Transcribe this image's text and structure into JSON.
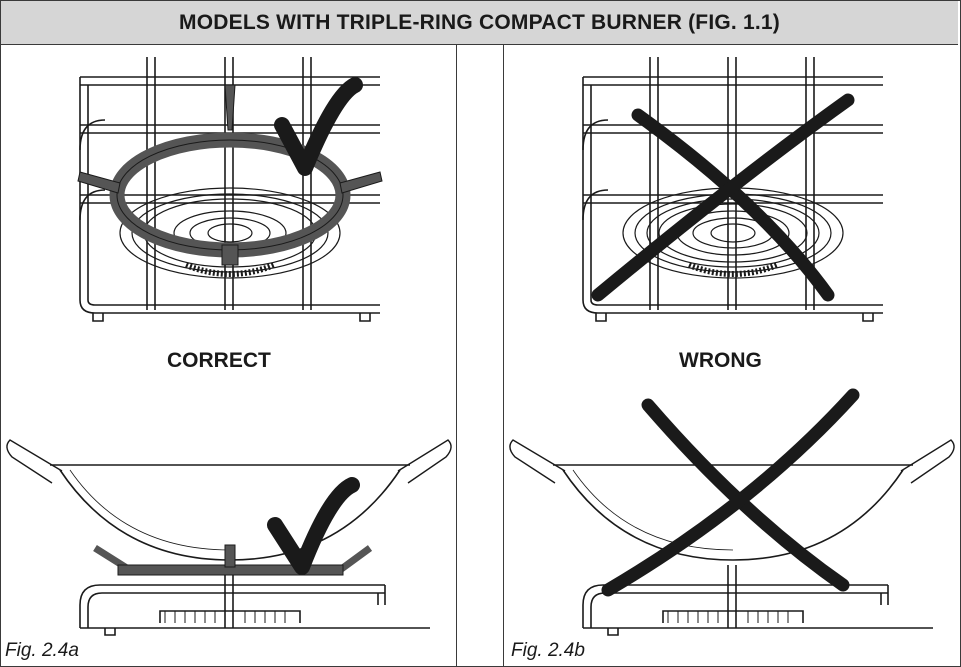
{
  "header": {
    "title": "MODELS WITH TRIPLE-RING COMPACT BURNER (FIG. 1.1)"
  },
  "panels": {
    "left": {
      "status": "CORRECT",
      "caption": "Fig. 2.4a"
    },
    "right": {
      "status": "WRONG",
      "caption": "Fig. 2.4b"
    }
  },
  "colors": {
    "header_bg": "#d6d6d6",
    "ink": "#1a1a1a",
    "support": "#555555"
  }
}
